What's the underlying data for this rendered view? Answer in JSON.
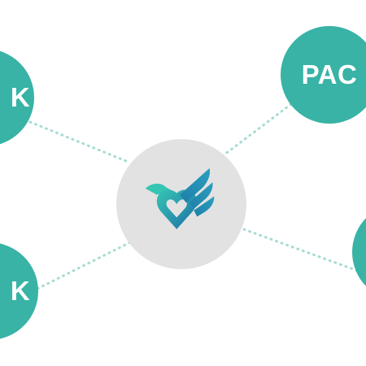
{
  "colors": {
    "node_fill": "#38b3a6",
    "hub_fill": "#e2e2e2",
    "connector": "#a6dbd4",
    "logo_teal": "#35c6b3",
    "logo_blue": "#1e6fa6"
  },
  "hub": {
    "icon": "heart-checkmark-bird-logo-icon"
  },
  "nodes": {
    "left_top": {
      "label": "K"
    },
    "left_bottom": {
      "label": "K"
    },
    "right_top": {
      "label": "PAC"
    },
    "right_bottom": {
      "label": ""
    }
  }
}
